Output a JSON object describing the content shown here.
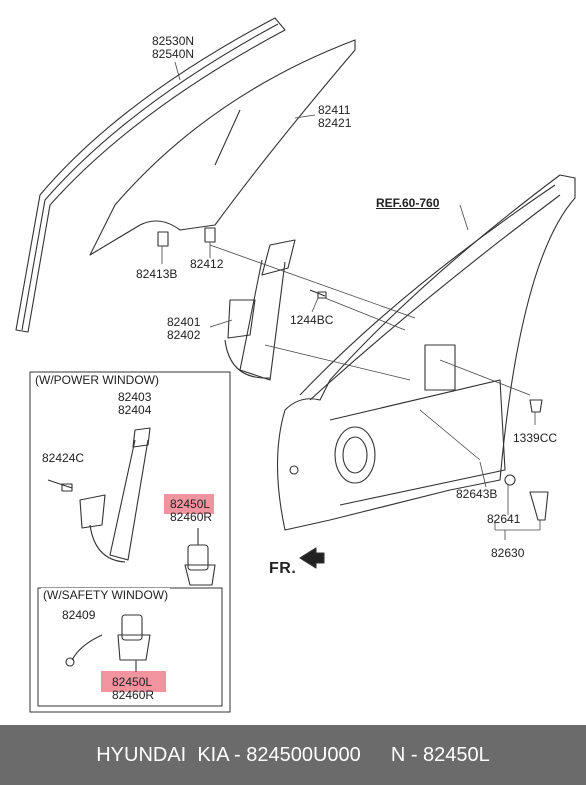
{
  "parts": {
    "p82530n": "82530N",
    "p82540n": "82540N",
    "p82411": "82411",
    "p82421": "82421",
    "p82413b": "82413B",
    "p82412": "82412",
    "p82401": "82401",
    "p82402": "82402",
    "p1244bc": "1244BC",
    "p1339cc": "1339CC",
    "p82643b": "82643B",
    "p82641": "82641",
    "p82630": "82630",
    "ref": "REF.60-760",
    "fr": "FR."
  },
  "power_window": {
    "title": "(W/POWER WINDOW)",
    "p82403": "82403",
    "p82404": "82404",
    "p82424c": "82424C",
    "p82450l": "82450L",
    "p82460r": "82460R"
  },
  "safety_window": {
    "title": "(W/SAFETY WINDOW)",
    "p82409": "82409",
    "p82450l": "82450L",
    "p82460r": "82460R"
  },
  "highlight_color": "#e83c50",
  "footer": {
    "brand": "HYUNDAI  KIA - 824500U000",
    "code": "N - 82450L"
  }
}
